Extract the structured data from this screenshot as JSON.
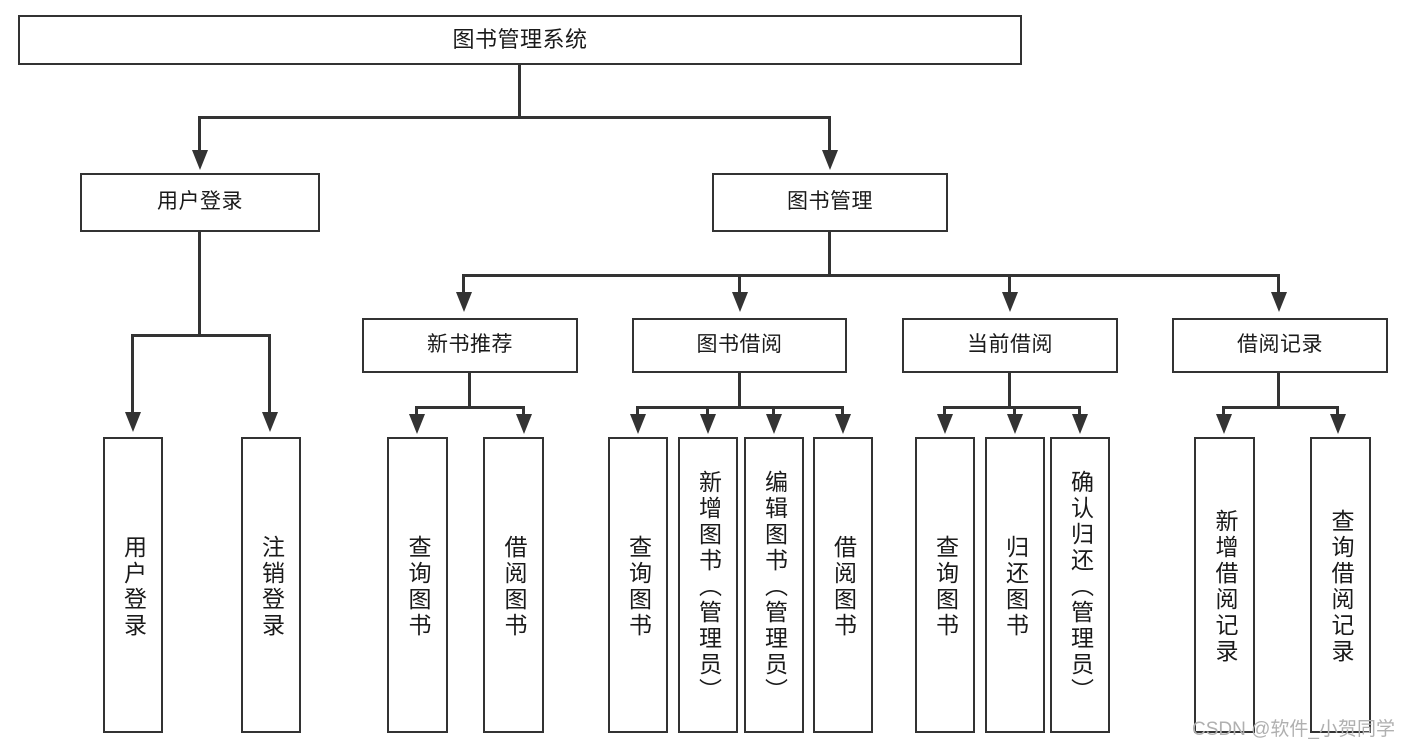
{
  "diagram": {
    "title": "图书管理系统",
    "type": "tree",
    "orientation": "top-down",
    "colors": {
      "box_border": "#333333",
      "box_fill": "#ffffff",
      "connector": "#333333",
      "text": "#1a1a1a",
      "watermark": "#b0b0b0",
      "background": "#ffffff"
    }
  },
  "root": {
    "label": "图书管理系统"
  },
  "level2": [
    {
      "label": "用户登录"
    },
    {
      "label": "图书管理"
    }
  ],
  "level3": [
    {
      "label": "新书推荐"
    },
    {
      "label": "图书借阅"
    },
    {
      "label": "当前借阅"
    },
    {
      "label": "借阅记录"
    }
  ],
  "leaves": {
    "user_login": [
      {
        "label": "用户登录"
      },
      {
        "label": "注销登录"
      }
    ],
    "new_book_recommend": [
      {
        "label": "查询图书"
      },
      {
        "label": "借阅图书"
      }
    ],
    "book_borrow": [
      {
        "label": "查询图书"
      },
      {
        "label": "新增图书（管理员）"
      },
      {
        "label": "编辑图书（管理员）"
      },
      {
        "label": "借阅图书"
      }
    ],
    "current_borrow": [
      {
        "label": "查询图书"
      },
      {
        "label": "归还图书"
      },
      {
        "label": "确认归还（管理员）"
      }
    ],
    "borrow_record": [
      {
        "label": "新增借阅记录"
      },
      {
        "label": "查询借阅记录"
      }
    ]
  },
  "watermark": {
    "text": "CSDN @软件_小贺同学"
  }
}
